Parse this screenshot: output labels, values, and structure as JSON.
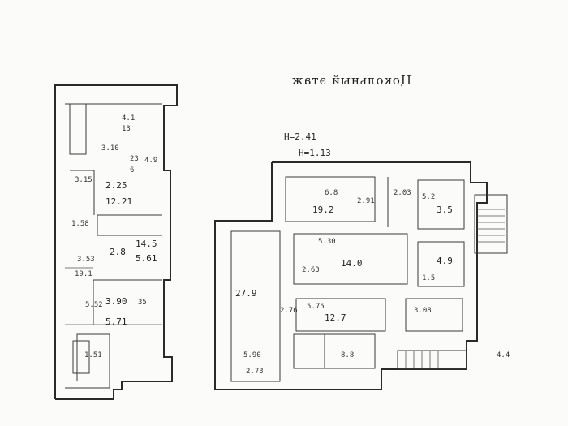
{
  "plan": {
    "title": "Цокольный этаж",
    "heights": [
      "H=2.41",
      "H=1.13"
    ],
    "left_block": {
      "labels": [
        "4.1",
        "13",
        "3.10",
        "23",
        "4.9",
        "6",
        "3.15",
        "2.25",
        "12.21",
        "1.58",
        "2.8",
        "14.5",
        "5.61",
        "3.53",
        "19.1",
        "3.90",
        "35",
        "5.52",
        "5.71",
        "1.51"
      ]
    },
    "main_block": {
      "rooms": [
        {
          "area": "19.2",
          "dims": [
            "6.8",
            "2.91"
          ]
        },
        {
          "area": "14.0",
          "dims": [
            "5.30",
            "2.63"
          ]
        },
        {
          "area": "3.5",
          "dims": [
            "5.2"
          ]
        },
        {
          "area": "4.9",
          "dims": [
            "1.5"
          ]
        },
        {
          "area": "12.7",
          "dims": [
            "5.75"
          ]
        },
        {
          "area": "27.9",
          "dims": [
            "5.90",
            "2.73"
          ]
        }
      ],
      "side_text": [
        "8.8",
        "3.08",
        "2.76",
        "2.03"
      ],
      "corner_mark": "4.4"
    }
  }
}
